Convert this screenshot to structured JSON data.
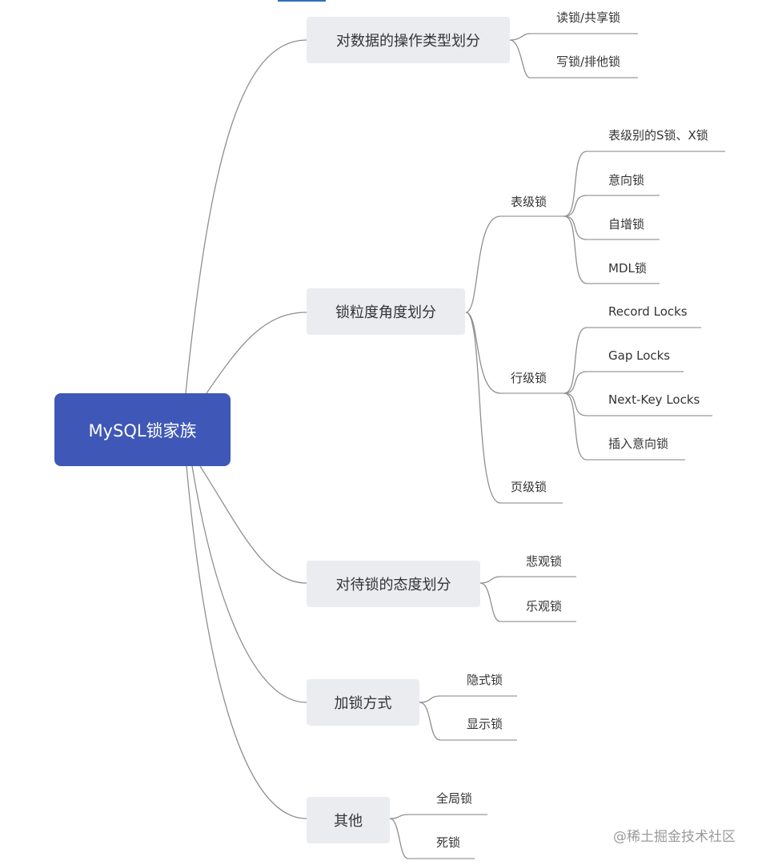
{
  "root": {
    "label": "MySQL锁家族"
  },
  "branches": {
    "op_type": {
      "label": "对数据的操作类型划分",
      "children": [
        "读锁/共享锁",
        "写锁/排他锁"
      ]
    },
    "granularity": {
      "label": "锁粒度角度划分",
      "table_level": {
        "label": "表级锁",
        "children": [
          "表级别的S锁、X锁",
          "意向锁",
          "自增锁",
          "MDL锁"
        ]
      },
      "row_level": {
        "label": "行级锁",
        "children": [
          "Record Locks",
          "Gap Locks",
          "Next-Key Locks",
          "插入意向锁"
        ]
      },
      "page_level": {
        "label": "页级锁"
      }
    },
    "attitude": {
      "label": "对待锁的态度划分",
      "children": [
        "悲观锁",
        "乐观锁"
      ]
    },
    "lock_method": {
      "label": "加锁方式",
      "children": [
        "隐式锁",
        "显示锁"
      ]
    },
    "other": {
      "label": "其他",
      "children": [
        "全局锁",
        "死锁"
      ]
    }
  },
  "watermark": "@稀土掘金技术社区",
  "colors": {
    "root_bg": "#3f57b7",
    "node_bg": "#ebecf0",
    "edge": "#8f8f8f"
  }
}
